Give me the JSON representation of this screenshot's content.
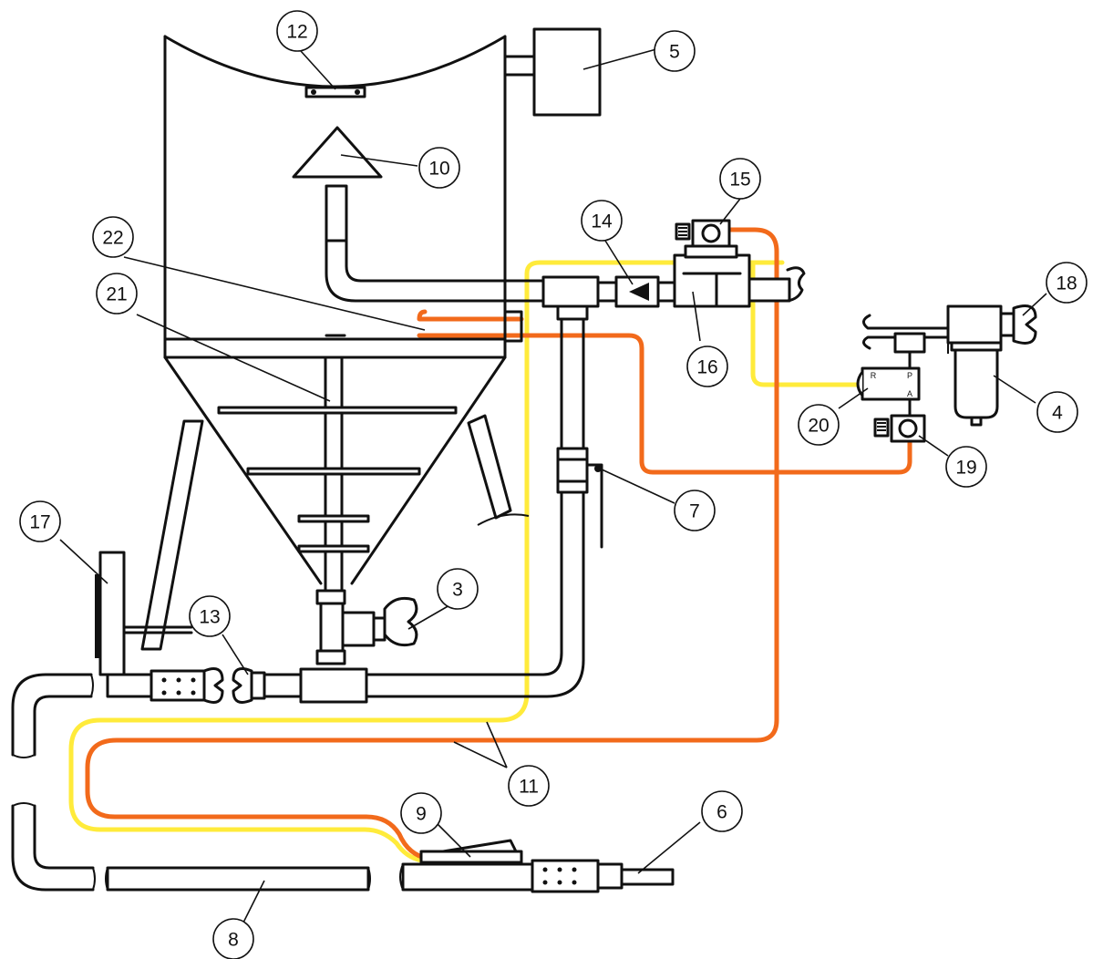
{
  "colors": {
    "line": "#111111",
    "yellow": "#ffeb3b",
    "orange": "#f26a1b"
  },
  "valve_ports": {
    "r": "R",
    "p": "P",
    "a": "A"
  },
  "callouts": [
    {
      "id": "c3",
      "label": "3"
    },
    {
      "id": "c4",
      "label": "4"
    },
    {
      "id": "c5",
      "label": "5"
    },
    {
      "id": "c6",
      "label": "6"
    },
    {
      "id": "c7",
      "label": "7"
    },
    {
      "id": "c8",
      "label": "8"
    },
    {
      "id": "c9",
      "label": "9"
    },
    {
      "id": "c10",
      "label": "10"
    },
    {
      "id": "c11",
      "label": "11"
    },
    {
      "id": "c12",
      "label": "12"
    },
    {
      "id": "c13",
      "label": "13"
    },
    {
      "id": "c14",
      "label": "14"
    },
    {
      "id": "c15",
      "label": "15"
    },
    {
      "id": "c16",
      "label": "16"
    },
    {
      "id": "c17",
      "label": "17"
    },
    {
      "id": "c18",
      "label": "18"
    },
    {
      "id": "c19",
      "label": "19"
    },
    {
      "id": "c20",
      "label": "20"
    },
    {
      "id": "c21",
      "label": "21"
    },
    {
      "id": "c22",
      "label": "22"
    }
  ]
}
